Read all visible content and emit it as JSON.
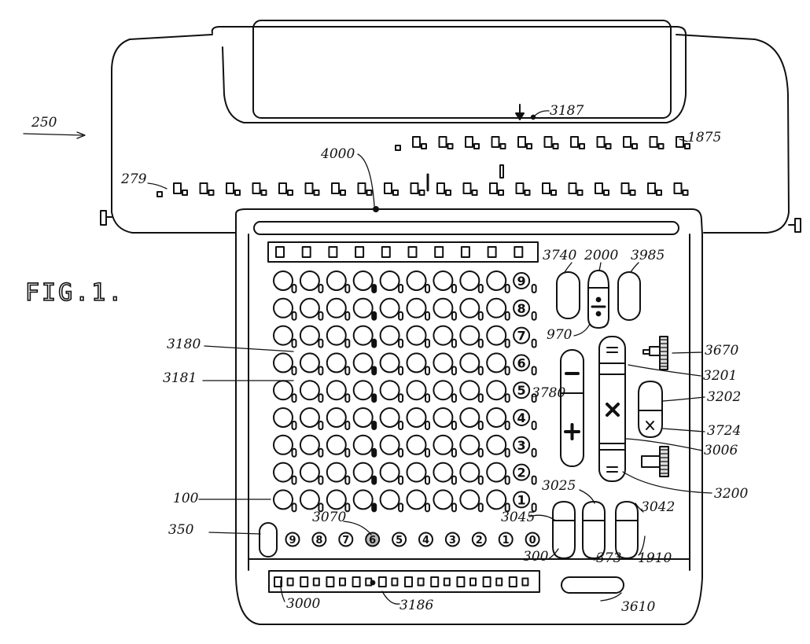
{
  "figure": {
    "title": "FIG.1.",
    "key_rows": [
      "9",
      "8",
      "7",
      "6",
      "5",
      "4",
      "3",
      "2",
      "1"
    ],
    "column_digits": [
      "9",
      "8",
      "7",
      "6",
      "5",
      "4",
      "3",
      "2",
      "1",
      "0"
    ],
    "operator_symbols": {
      "divide": "÷",
      "minus": "−",
      "plus": "+",
      "equals_top": "=",
      "multiply": "×",
      "equals_bottom": "=",
      "small_times": "×"
    }
  },
  "labels": {
    "l250": "250",
    "l3187": "3187",
    "l1875": "1875",
    "l4000": "4000",
    "l279": "279",
    "l3740": "3740",
    "l2000": "2000",
    "l3985": "3985",
    "l970": "970",
    "l3180": "3180",
    "l3181": "3181",
    "l3670": "3670",
    "l3201": "3201",
    "l3780": "3780",
    "l3202": "3202",
    "l3724": "3724",
    "l3006": "3006",
    "l3200": "3200",
    "l3025": "3025",
    "l3042": "3042",
    "l100": "100",
    "l3045": "3045",
    "l3070": "3070",
    "l350": "350",
    "l300": "300",
    "l373": "373",
    "l1910": "1910",
    "l3000": "3000",
    "l3186": "3186",
    "l3610": "3610"
  }
}
